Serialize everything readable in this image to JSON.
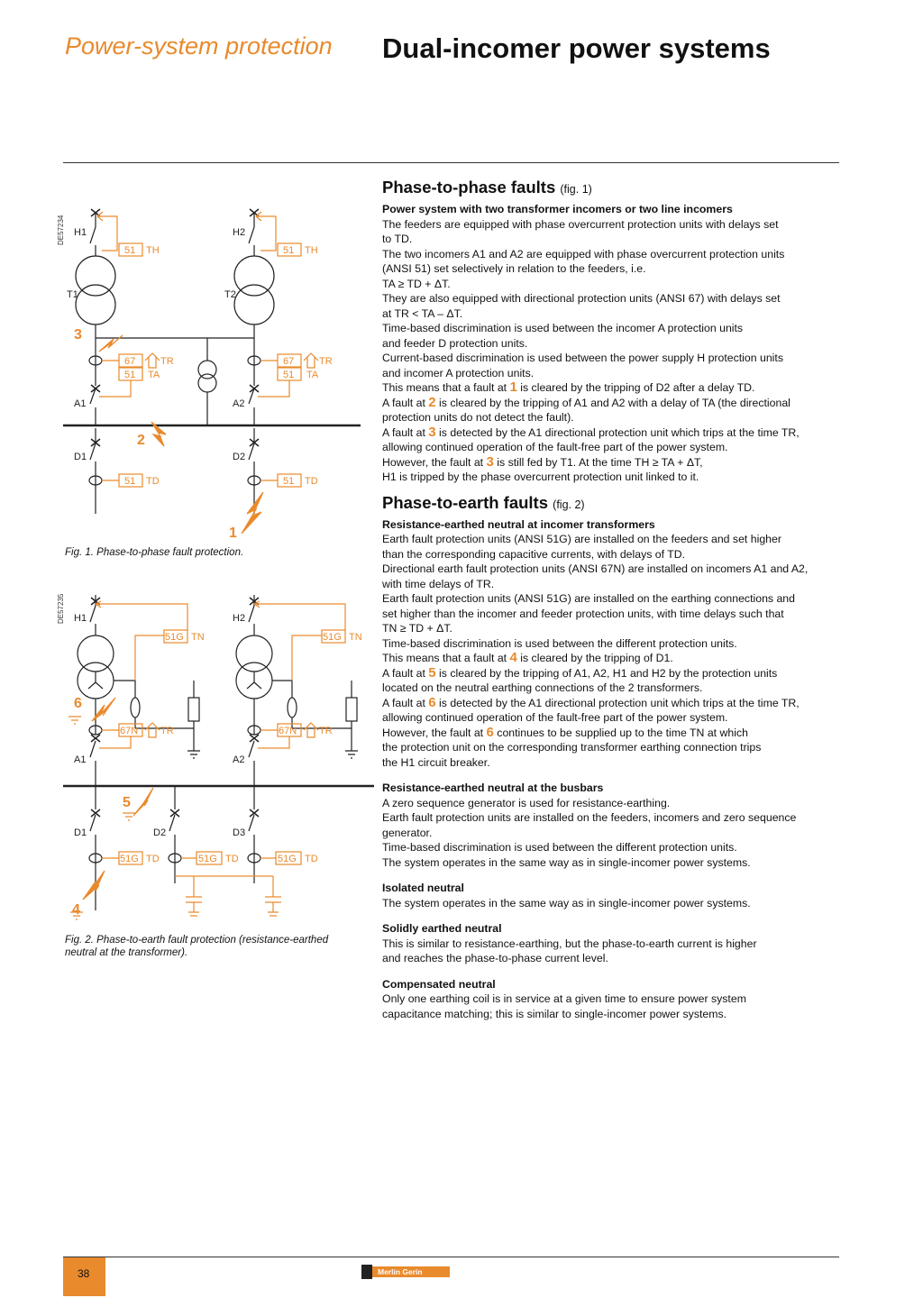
{
  "header": {
    "section": "Power-system protection",
    "title": "Dual-incomer power systems"
  },
  "figures": {
    "fig1": {
      "code": "DE57234",
      "caption": "Fig. 1. Phase-to-phase fault protection.",
      "labels": {
        "h1": "H1",
        "h2": "H2",
        "t1": "T1",
        "t2": "T2",
        "a1": "A1",
        "a2": "A2",
        "d1": "D1",
        "d2": "D2",
        "relay_51": "51",
        "th": "TH",
        "relay_67": "67",
        "tr": "TR",
        "ta": "TA",
        "td": "TD",
        "fault1": "1",
        "fault2": "2",
        "fault3": "3"
      }
    },
    "fig2": {
      "code": "DE57235",
      "caption": "Fig. 2. Phase-to-earth fault protection (resistance-earthed neutral at the transformer).",
      "labels": {
        "h1": "H1",
        "h2": "H2",
        "a1": "A1",
        "a2": "A2",
        "d1": "D1",
        "d2": "D2",
        "d3": "D3",
        "relay_51g": "51G",
        "tn": "TN",
        "relay_67n": "67N",
        "tr": "TR",
        "td": "TD",
        "fault4": "4",
        "fault5": "5",
        "fault6": "6"
      }
    }
  },
  "phase_phase": {
    "heading": "Phase-to-phase faults",
    "fig_ref": "(fig. 1)",
    "subheading": "Power system with two transformer incomers or two line incomers",
    "lines": [
      "The feeders are equipped with phase overcurrent protection units with delays set",
      "to TD.",
      "The two incomers A1 and A2 are equipped with phase overcurrent protection units",
      "(ANSI 51) set selectively in relation to the feeders, i.e.",
      "TA ≥ TD + ΔT.",
      "They are also equipped with directional protection units (ANSI 67) with delays set",
      "at TR < TA – ΔT.",
      "Time-based discrimination is used between the incomer A protection units",
      "and feeder D protection units.",
      "Current-based discrimination is used between the power supply H protection units",
      "and incomer A protection units."
    ],
    "f1_pre": "This means that a fault at ",
    "f1_num": "1",
    "f1_post": " is cleared by the tripping of D2 after a delay TD.",
    "f2_pre": "A fault at ",
    "f2_num": "2",
    "f2_post": " is cleared by the tripping of A1 and A2 with a delay of TA (the directional",
    "f2_cont": "protection units do not detect the fault).",
    "f3_pre": "A fault at ",
    "f3_num": "3",
    "f3_post": " is detected by the A1 directional protection unit which trips at the time TR,",
    "f3_cont": "allowing continued operation of the fault-free part of the power system.",
    "f3b_pre": "However, the fault at ",
    "f3b_num": "3",
    "f3b_post": " is still fed by T1. At the time TH ≥ TA + ΔT,",
    "f3b_cont": "H1 is tripped by the phase overcurrent protection unit linked to it."
  },
  "phase_earth": {
    "heading": "Phase-to-earth faults",
    "fig_ref": "(fig. 2)",
    "sub1": "Resistance-earthed neutral at incomer transformers",
    "sub1_lines": [
      "Earth fault protection units (ANSI 51G) are installed on the feeders and set higher",
      "than the corresponding capacitive currents, with delays of TD.",
      "Directional earth fault protection units (ANSI 67N) are installed on incomers A1 and A2,",
      "with time delays of TR.",
      "Earth fault protection units (ANSI 51G) are installed on the earthing connections and",
      "set higher than the incomer and feeder protection units, with time delays such that",
      "TN ≥ TD + ΔT.",
      "Time-based discrimination is used between the different protection units."
    ],
    "f4_pre": "This means that a fault at ",
    "f4_num": "4",
    "f4_post": " is cleared by the tripping of D1.",
    "f5_pre": "A fault at ",
    "f5_num": "5",
    "f5_post": " is cleared by the tripping of A1, A2, H1 and H2 by the protection units",
    "f5_cont": "located on the neutral earthing connections of the 2 transformers.",
    "f6_pre": "A fault at ",
    "f6_num": "6",
    "f6_post": " is detected by the A1 directional protection unit which trips at the time TR,",
    "f6_cont": "allowing continued operation of the fault-free part of the power system.",
    "f6b_pre": "However, the fault at ",
    "f6b_num": "6",
    "f6b_post": " continues to be supplied up to the time TN at which",
    "f6b_cont1": "the protection unit on the corresponding transformer earthing connection trips",
    "f6b_cont2": "the H1 circuit breaker.",
    "sub2": "Resistance-earthed neutral at the busbars",
    "sub2_lines": [
      "A zero sequence generator is used for resistance-earthing.",
      "Earth fault protection units are installed on the feeders, incomers and zero sequence",
      "generator.",
      "Time-based discrimination is used between the different protection units.",
      "The system operates in the same way as in single-incomer power systems."
    ],
    "sub3": "Isolated neutral",
    "sub3_lines": [
      "The system operates in the same way as in single-incomer power systems."
    ],
    "sub4": "Solidly earthed neutral",
    "sub4_lines": [
      "This is similar to resistance-earthing, but the phase-to-earth current is higher",
      "and reaches the phase-to-phase current level."
    ],
    "sub5": "Compensated neutral",
    "sub5_lines": [
      "Only one earthing coil is in service at a given time to ensure power system",
      "capacitance matching; this is similar to single-incomer power systems."
    ]
  },
  "footer": {
    "page_number": "38",
    "brand": "Merlin Gerin"
  },
  "colors": {
    "accent": "#e98a2c",
    "text": "#111111"
  }
}
